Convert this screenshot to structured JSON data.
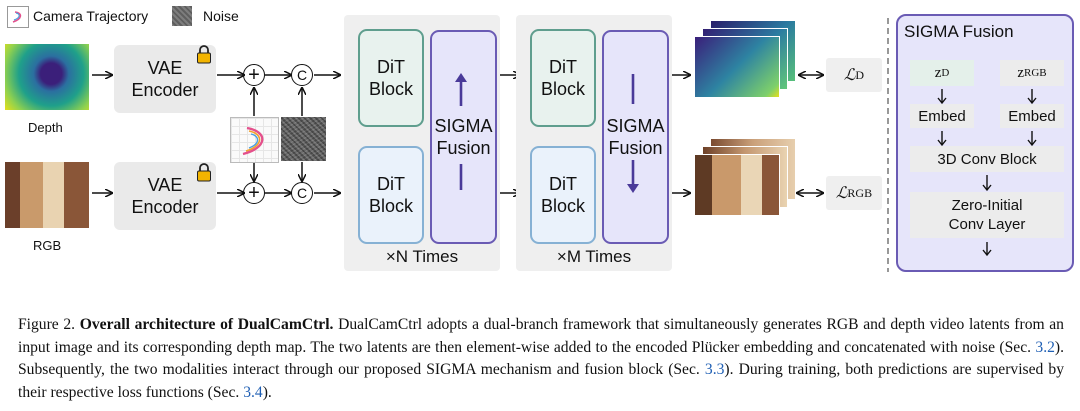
{
  "legend": {
    "camera_trajectory": "Camera Trajectory",
    "noise": "Noise"
  },
  "inputs": {
    "depth_label": "Depth",
    "rgb_label": "RGB"
  },
  "encoders": {
    "vae_line1": "VAE",
    "vae_line2": "Encoder"
  },
  "ops": {
    "add": "+",
    "concat": "C"
  },
  "blocks": {
    "dit_line1": "DiT",
    "dit_line2": "Block",
    "fusion_line1": "SIGMA",
    "fusion_line2": "Fusion",
    "n_times": "×N Times",
    "m_times": "×M Times"
  },
  "losses": {
    "depth_loss": "ℒ",
    "depth_sub": "D",
    "rgb_loss": "ℒ",
    "rgb_sub": "RGB"
  },
  "sigma_panel": {
    "title": "SIGMA Fusion",
    "z_d": "z",
    "z_d_sub": "D",
    "z_rgb": "z",
    "z_rgb_sub": "RGB",
    "embed_left": "Embed",
    "embed_right": "Embed",
    "conv_block": "3D Conv Block",
    "zero_line1": "Zero-Initial",
    "zero_line2": "Conv Layer"
  },
  "caption": {
    "prefix": "Figure 2. ",
    "bold": "Overall architecture of DualCamCtrl.",
    "t1": " DualCamCtrl adopts a dual-branch framework that simultaneously generates RGB and depth video latents from an input image and its corresponding depth map. The two latents are then element-wise added to the encoded Plücker embedding and concatenated with noise (Sec. ",
    "r1": "3.2",
    "t2": "). Subsequently, the two modalities interact through our proposed SIGMA mechanism and fusion block (Sec. ",
    "r2": "3.3",
    "t3": "). During training, both predictions are supervised by their respective loss functions (Sec. ",
    "r3": "3.4",
    "t4": ")."
  },
  "colors": {
    "dit_green": "#5f9e8e",
    "dit_blue": "#86b1d4",
    "fusion_purple": "#6a5bb4",
    "panel_gray": "#efefef",
    "ref_blue": "#1f5fb4"
  }
}
